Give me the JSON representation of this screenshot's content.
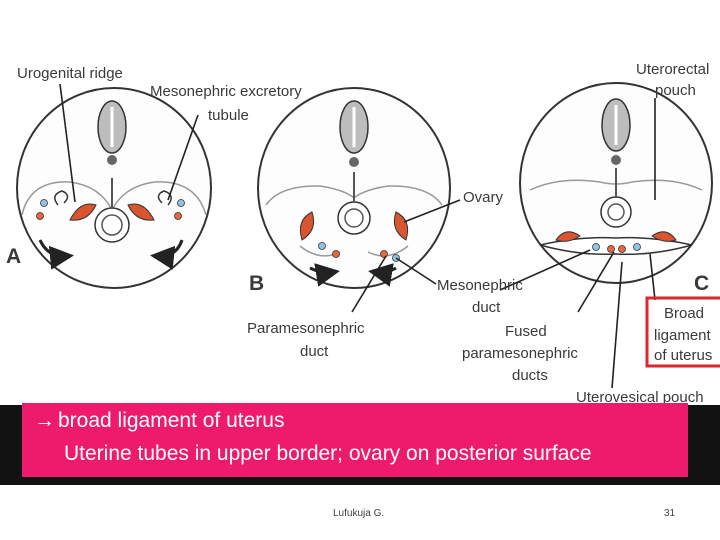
{
  "diagram": {
    "labels": {
      "urogenital_ridge": "Urogenital ridge",
      "mesonephric_tubule_line1": "Mesonephric excretory",
      "mesonephric_tubule_line2": "tubule",
      "uterorectal_line1": "Uterorectal",
      "uterorectal_line2": "pouch",
      "ovary": "Ovary",
      "mesonephric_duct_line1": "Mesonephric",
      "mesonephric_duct_line2": "duct",
      "paramesonephric_line1": "Paramesonephric",
      "paramesonephric_line2": "duct",
      "fused_line1": "Fused",
      "fused_line2": "paramesonephric",
      "fused_line3": "ducts",
      "broad_line1": "Broad",
      "broad_line2": "ligament",
      "broad_line3": "of uterus",
      "uterovesical": "Uterovesical pouch"
    },
    "panels": {
      "a": "A",
      "b": "B",
      "c": "C"
    },
    "colors": {
      "outline": "#333333",
      "ovary_fill": "#d9552f",
      "duct_blue": "#8fc3e8",
      "duct_red": "#e8663d",
      "highlight_box": "#d9272e"
    }
  },
  "note": {
    "bullet": "broad ligament of uterus",
    "sub": "Uterine tubes in upper border; ovary on posterior surface",
    "arrow_icon": "right-arrow-icon",
    "colors": {
      "band": "#ee1b6c",
      "dark_band": "#121212"
    }
  },
  "footer": {
    "author": "Lufukuja G.",
    "page": "31"
  }
}
